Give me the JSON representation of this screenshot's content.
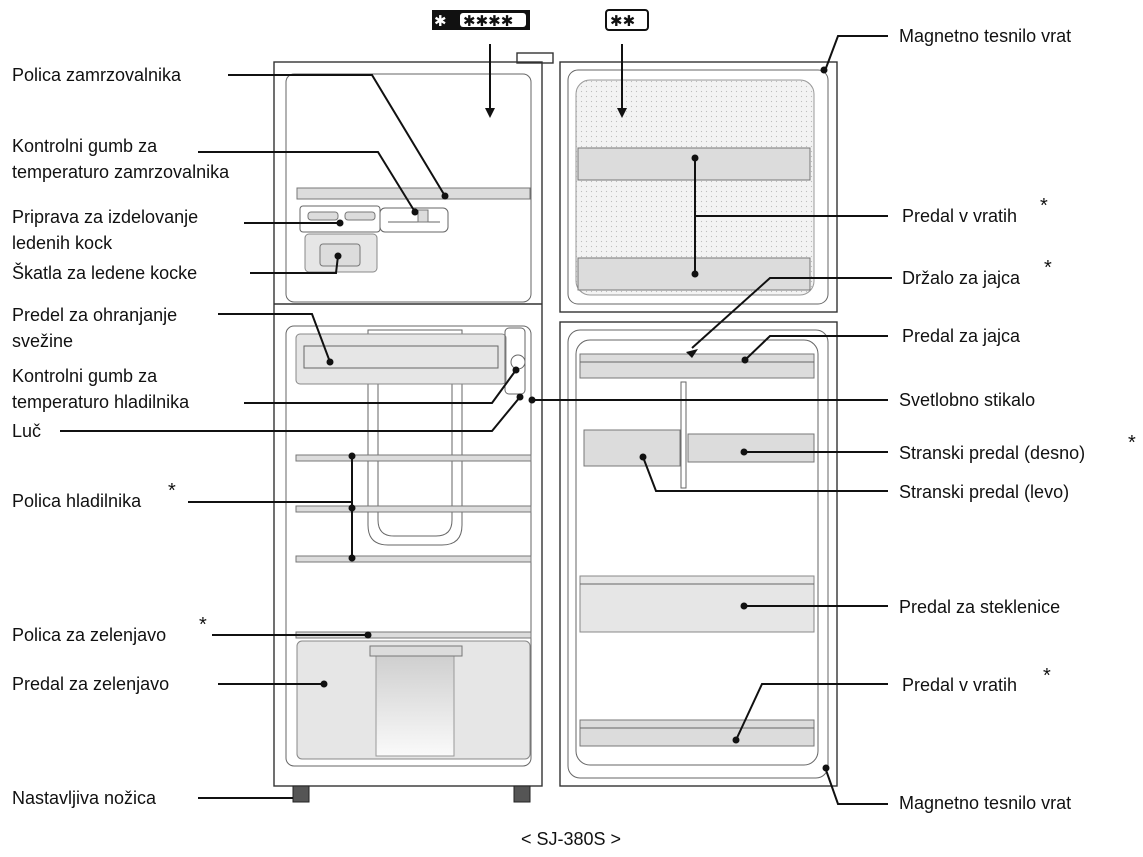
{
  "badges": {
    "freezer_rating": "✱✱✱✱",
    "door_rating": "✱✱"
  },
  "labels": {
    "left": {
      "freezer_shelf": "Polica zamrzovalnika",
      "freezer_knob_1": "Kontrolni gumb za",
      "freezer_knob_2": "temperaturo zamrzovalnika",
      "ice_maker_1": "Priprava za izdelovanje",
      "ice_maker_2": "ledenih kock",
      "ice_box": "Škatla za ledene kocke",
      "freshness_1": "Predel za ohranjanje",
      "freshness_2": "svežine",
      "fridge_knob_1": "Kontrolni gumb za",
      "fridge_knob_2": "temperaturo hladilnika",
      "lamp": "Luč",
      "fridge_shelf": "Polica hladilnika",
      "veg_shelf": "Polica za zelenjavo",
      "veg_drawer": "Predal za zelenjavo",
      "foot": "Nastavljiva nožica"
    },
    "right": {
      "door_seal_top": "Magnetno tesnilo vrat",
      "door_pocket_top": "Predal v vratih",
      "egg_holder": "Držalo za jajca",
      "egg_pocket": "Predal za jajca",
      "light_switch": "Svetlobno stikalo",
      "side_pocket_right": "Stranski predal (desno)",
      "side_pocket_left": "Stranski predal (levo)",
      "bottle_pocket": "Predal za steklenice",
      "door_pocket_bottom": "Predal v vratih",
      "door_seal_bottom": "Magnetno tesnilo vrat"
    },
    "asterisk": "*"
  },
  "model": "< SJ-380S >"
}
